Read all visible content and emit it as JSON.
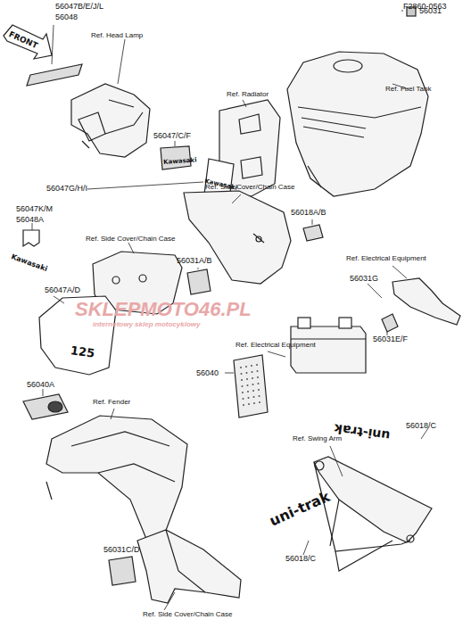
{
  "diagram": {
    "labels": [
      "F2860-0563",
      "56031",
      "56047B/E/J/L",
      "56048",
      "FRONT",
      "Ref. Head Lamp",
      "Ref. Fuel Tank",
      "Ref. Radiator",
      "56047/C/F",
      "Kawasaki",
      "56047G/H/I",
      "Kawasaki",
      "Ref. Side Cover/Chain Case",
      "56018A/B",
      "56047K/M",
      "56048A",
      "Kawasaki",
      "Ref. Side Cover/Chain Case",
      "56031A/B",
      "Ref. Electrical Equipment",
      "56031G",
      "56047A/D",
      "SKLEPMOTO46.PL",
      "internetowy sklep motocyklowy",
      "125",
      "Ref. Electrical Equipment",
      "56031E/F",
      "56040A",
      "56040",
      "Ref. Fender",
      "56018/C",
      "Ref. Swing Arm",
      "uni-trak",
      "uni-trak",
      "56018/C",
      "56031C/D",
      "Ref. Side Cover/Chain Case"
    ]
  }
}
